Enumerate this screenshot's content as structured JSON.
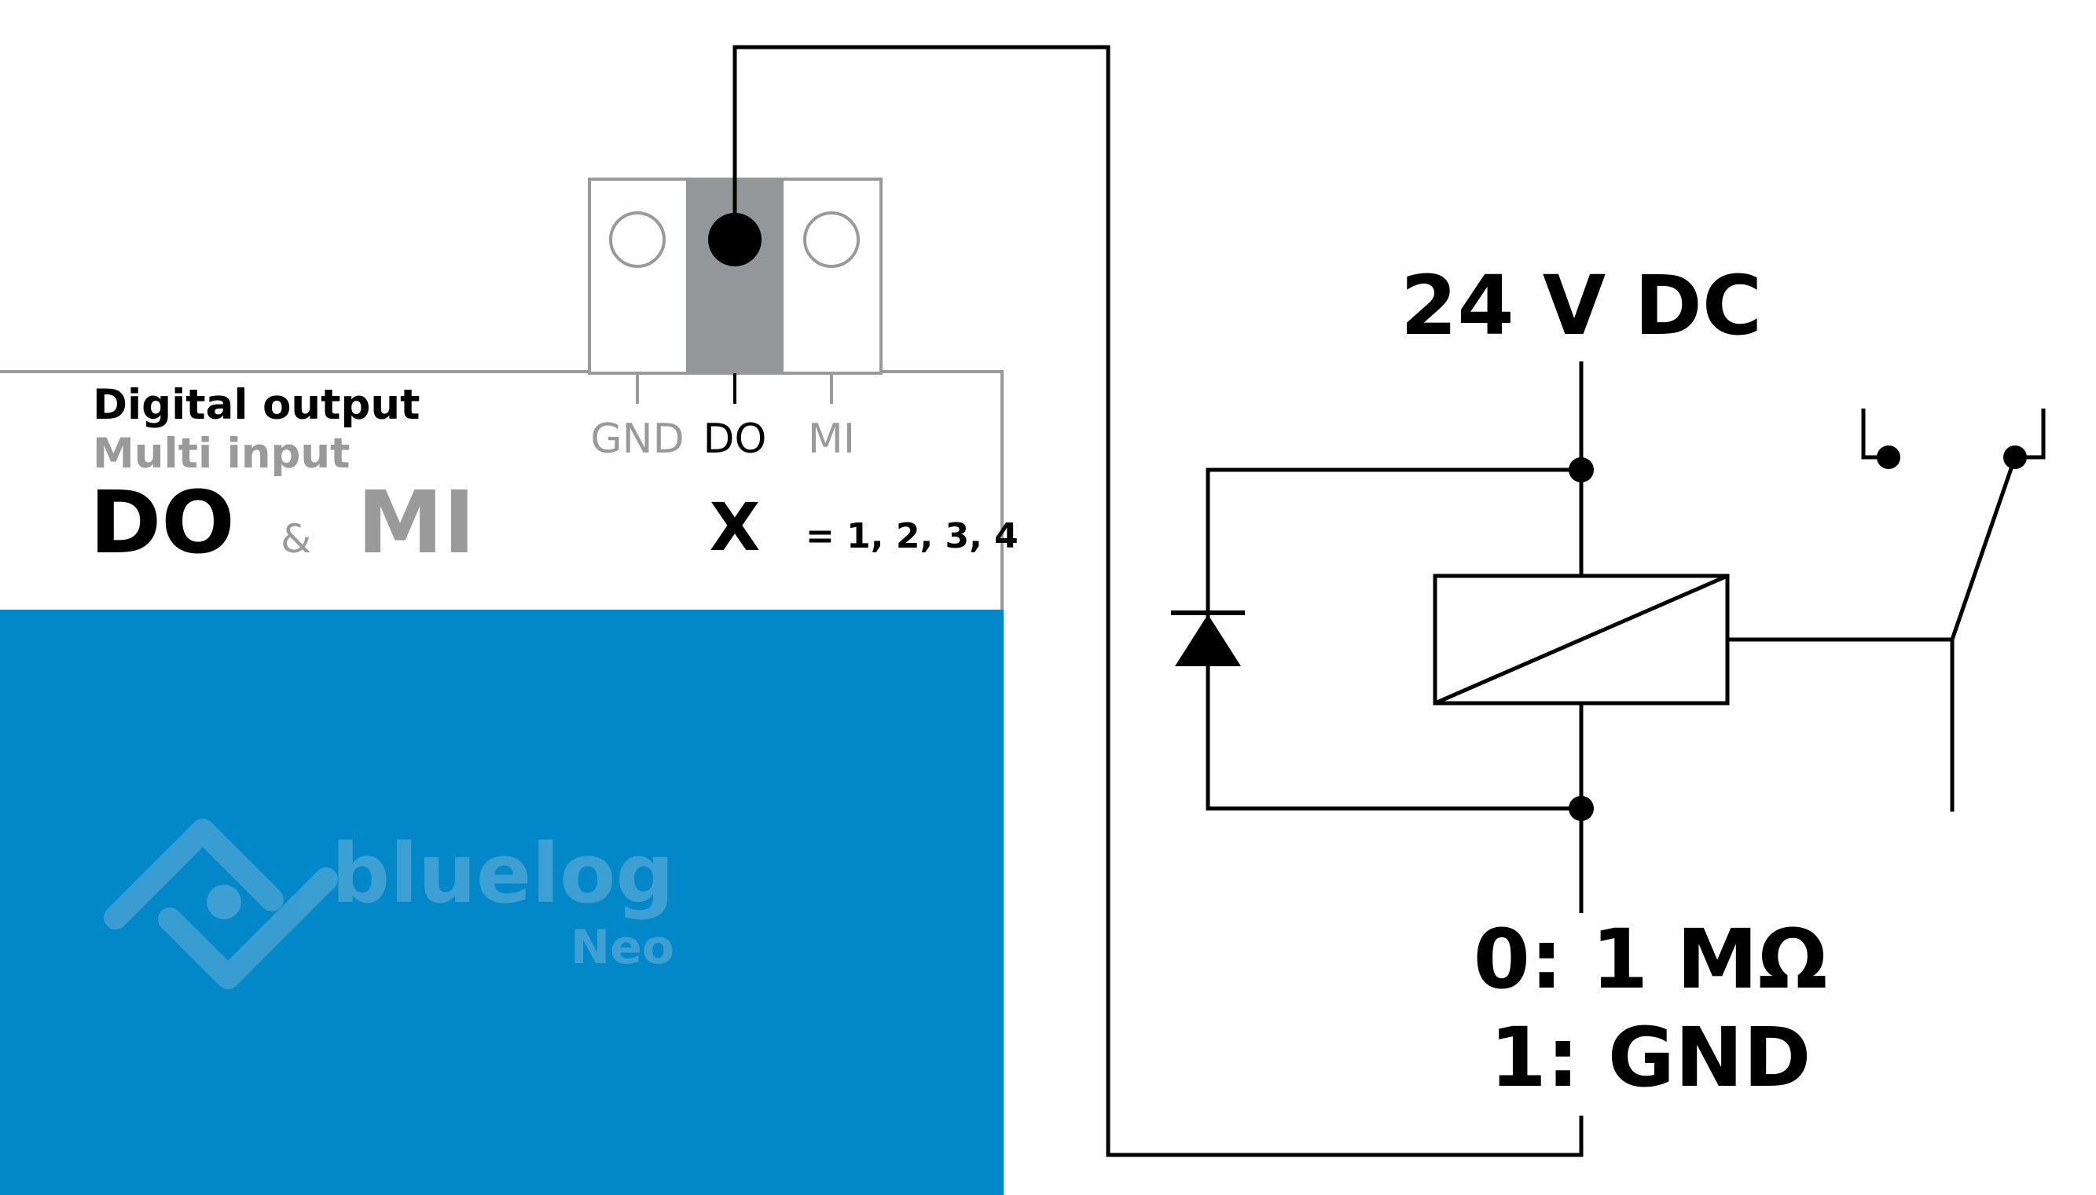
{
  "module": {
    "title": "Digital output",
    "subtitle": "Multi input",
    "code_do": "DO",
    "code_amp": "&",
    "code_mi": "MI",
    "terminals": [
      "GND",
      "DO",
      "MI"
    ],
    "channel_var": "X",
    "channel_values": "= 1, 2, 3, 4",
    "brand": "bluelog",
    "brand_sub": "Neo",
    "colors": {
      "panel": "#0288c8",
      "active_terminal": "#939799",
      "inactive_text": "#9a9a9a",
      "logo": "#3d9fd2"
    }
  },
  "circuit": {
    "supply_label": "24 V DC",
    "state_0": "0: 1 MΩ",
    "state_1": "1: GND",
    "symbols": [
      "flyback-diode",
      "relay-coil",
      "relay-contact"
    ]
  }
}
